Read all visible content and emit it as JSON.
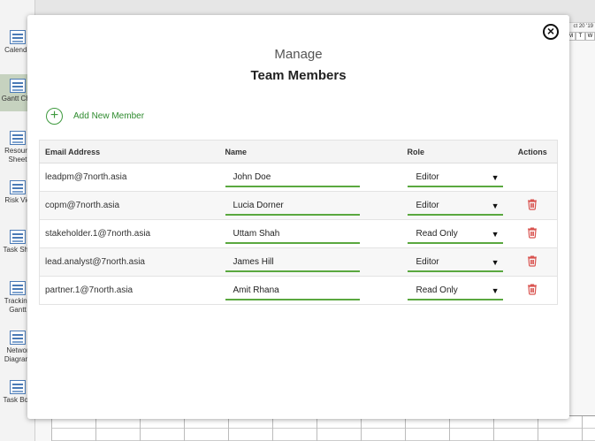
{
  "sidebar": {
    "items": [
      {
        "label": "Calenda",
        "icon": "calendar-icon"
      },
      {
        "label": "Gantt Cha",
        "icon": "gantt-chart-icon"
      },
      {
        "label": "Resourc Sheet",
        "icon": "resource-sheet-icon"
      },
      {
        "label": "Risk Vie",
        "icon": "risk-view-icon"
      },
      {
        "label": "Task She",
        "icon": "task-sheet-icon"
      },
      {
        "label": "Tracking Gantt",
        "icon": "tracking-gantt-icon"
      },
      {
        "label": "Networ Diagram",
        "icon": "network-diagram-icon"
      },
      {
        "label": "Task Boa",
        "icon": "task-board-icon"
      }
    ]
  },
  "background": {
    "date": "ct 20 '19",
    "days": [
      "M",
      "T",
      "W"
    ]
  },
  "modal": {
    "title": "Manage",
    "subtitle": "Team Members",
    "close_icon": "close-icon",
    "add_member_label": "Add New Member",
    "columns": {
      "email": "Email Address",
      "name": "Name",
      "role": "Role",
      "actions": "Actions"
    },
    "members": [
      {
        "email": "leadpm@7north.asia",
        "name": "John Doe",
        "role": "Editor",
        "deletable": false
      },
      {
        "email": "copm@7north.asia",
        "name": "Lucia Dorner",
        "role": "Editor",
        "deletable": true
      },
      {
        "email": "stakeholder.1@7north.asia",
        "name": "Uttam Shah",
        "role": "Read Only",
        "deletable": true
      },
      {
        "email": "lead.analyst@7north.asia",
        "name": "James Hill",
        "role": "Editor",
        "deletable": true
      },
      {
        "email": "partner.1@7north.asia",
        "name": "Amit Rhana",
        "role": "Read Only",
        "deletable": true
      }
    ]
  },
  "colors": {
    "accent_green": "#3f9a3f",
    "delete_red": "#d9534f"
  }
}
